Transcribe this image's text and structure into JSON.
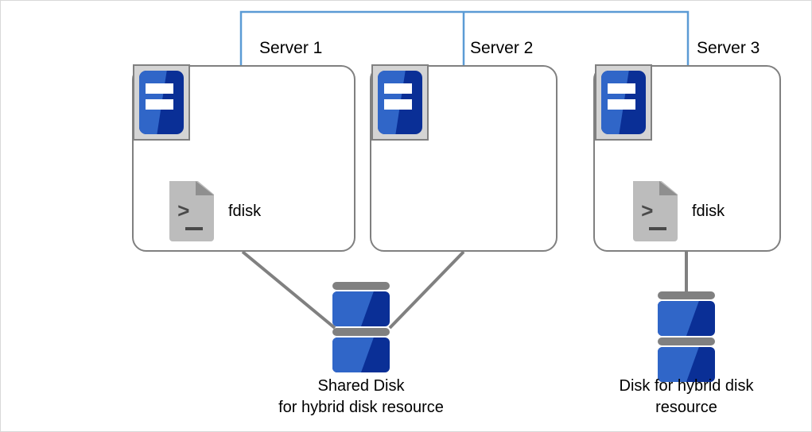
{
  "diagram": {
    "title_labels": {
      "server1": "Server 1",
      "server2": "Server 2",
      "server3": "Server 3"
    },
    "servers": [
      {
        "id": "server-1",
        "label": "Server 1",
        "has_fdisk": true,
        "fdisk_label": "fdisk"
      },
      {
        "id": "server-2",
        "label": "Server 2",
        "has_fdisk": false,
        "fdisk_label": ""
      },
      {
        "id": "server-3",
        "label": "Server 3",
        "has_fdisk": true,
        "fdisk_label": "fdisk"
      }
    ],
    "storage": [
      {
        "id": "shared-disk",
        "caption_line1": "Shared Disk",
        "caption_line2": "for hybrid disk resource"
      },
      {
        "id": "hybrid-disk",
        "caption_line1": "Disk for hybrid disk",
        "caption_line2": "resource"
      }
    ],
    "colors": {
      "network_line": "#5b9bd5",
      "connector_line": "#808080",
      "box_border": "#808080",
      "icon_blue_light": "#3066c8",
      "icon_blue_dark": "#0a2f96",
      "icon_gray_bezel": "#d4d4d4",
      "script_gray": "#bcbcbc",
      "canvas_border": "#d9d9d9"
    }
  }
}
